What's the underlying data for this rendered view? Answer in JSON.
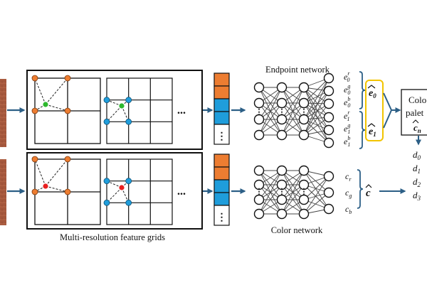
{
  "labels": {
    "grids": "Multi-resolution feature grids",
    "endpoint_network": "Endpoint network",
    "color_network": "Color network",
    "palette_line1": "Colo",
    "palette_line2": "palet"
  },
  "endpoint_outputs": [
    {
      "base": "e",
      "sub": "0",
      "sup": "r"
    },
    {
      "base": "e",
      "sub": "0",
      "sup": "g"
    },
    {
      "base": "e",
      "sub": "0",
      "sup": "b"
    },
    {
      "base": "e",
      "sub": "1",
      "sup": "r"
    },
    {
      "base": "e",
      "sub": "1",
      "sup": "g"
    },
    {
      "base": "e",
      "sub": "1",
      "sup": "b"
    }
  ],
  "color_outputs": [
    {
      "base": "c",
      "sub": "r"
    },
    {
      "base": "c",
      "sub": "g"
    },
    {
      "base": "c",
      "sub": "b"
    }
  ],
  "endpoint_results": [
    {
      "hat": "e",
      "sub": "0"
    },
    {
      "hat": "e",
      "sub": "1"
    }
  ],
  "color_result": {
    "hat": "c"
  },
  "palette_result": {
    "hat": "c",
    "sub": "n"
  },
  "d_outputs": [
    {
      "base": "d",
      "sub": "0"
    },
    {
      "base": "d",
      "sub": "1"
    },
    {
      "base": "d",
      "sub": "2"
    },
    {
      "base": "d",
      "sub": "3"
    }
  ],
  "ellipsis": "...",
  "vdots": "⋮",
  "colors": {
    "orange": "#ed7d31",
    "blue": "#1f9ddb",
    "green": "#2eb82e",
    "red": "#e82020",
    "arrow": "#2c5f86",
    "highlight": "#f2c400",
    "brick": "#a4573c"
  }
}
